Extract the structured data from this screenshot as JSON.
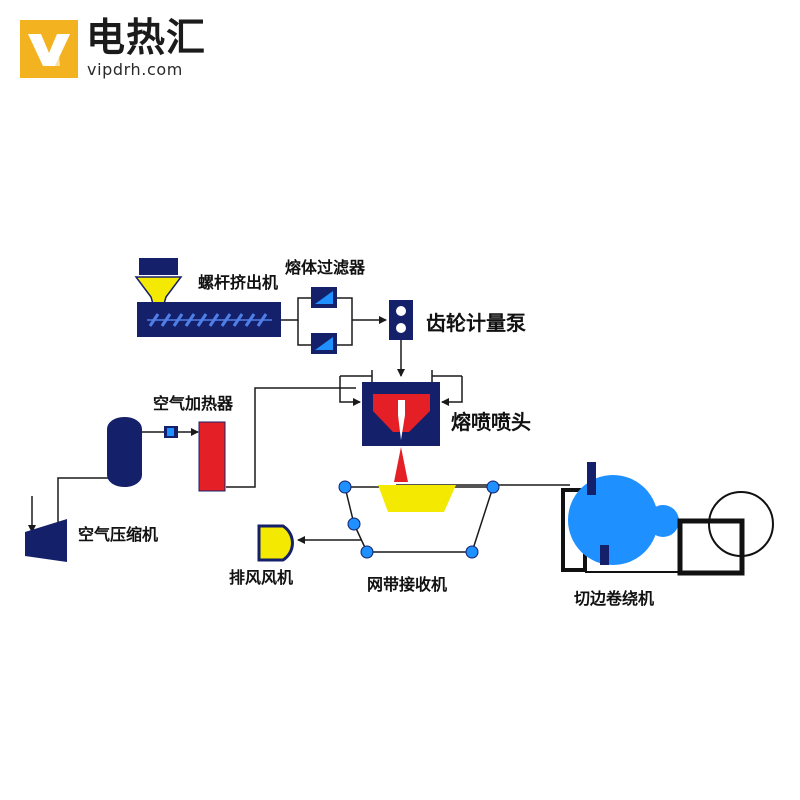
{
  "brand": {
    "title": "电热汇",
    "url": "vipdrh.com",
    "accent_color": "#f3b320"
  },
  "diagram": {
    "labels": {
      "extruder": "螺杆挤出机",
      "melt_filter": "熔体过滤器",
      "gear_pump": "齿轮计量泵",
      "air_heater": "空气加热器",
      "die_head": "熔喷喷头",
      "air_compressor": "空气压缩机",
      "exhaust_fan": "排风风机",
      "belt_collector": "网带接收机",
      "winder": "切边卷绕机"
    },
    "colors": {
      "equipment": "#15206b",
      "heater": "#e41f26",
      "web": "#f4e900",
      "roller": "#1e90ff",
      "line": "#1a1a1a"
    }
  }
}
